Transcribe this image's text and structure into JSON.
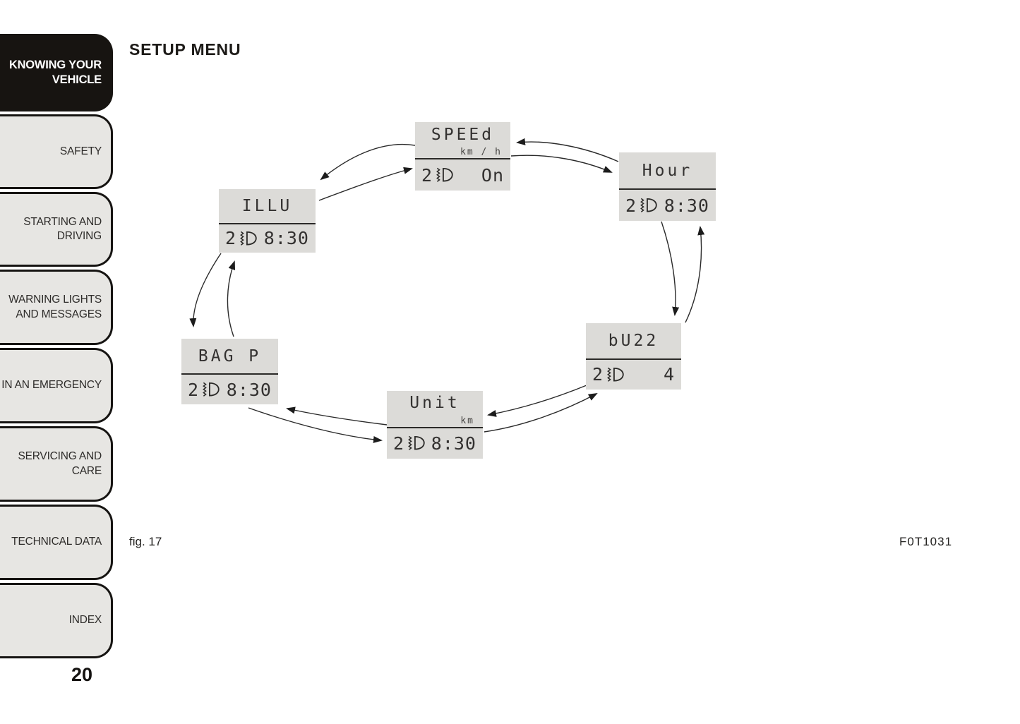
{
  "page": {
    "title": "SETUP MENU",
    "figure_caption": "fig. 17",
    "figure_code": "F0T1031",
    "page_number": "20"
  },
  "sidebar": {
    "items": [
      {
        "label": "KNOWING YOUR VEHICLE",
        "active": true
      },
      {
        "label": "SAFETY",
        "active": false
      },
      {
        "label": "STARTING AND DRIVING",
        "active": false
      },
      {
        "label": "WARNING LIGHTS AND MESSAGES",
        "active": false
      },
      {
        "label": "IN AN EMERGENCY",
        "active": false
      },
      {
        "label": "SERVICING AND CARE",
        "active": false
      },
      {
        "label": "TECHNICAL DATA",
        "active": false
      },
      {
        "label": "INDEX",
        "active": false
      }
    ]
  },
  "diagram": {
    "icon_name": "instrument-lighting-icon",
    "items": [
      {
        "id": "speed",
        "label": "SPEEd",
        "sublabel": "km / h",
        "prefix": "2",
        "value": "On"
      },
      {
        "id": "hour",
        "label": "Hour",
        "sublabel": "",
        "prefix": "2",
        "value": "8:30"
      },
      {
        "id": "buzz",
        "label": "bU22",
        "sublabel": "",
        "prefix": "2",
        "value": "4"
      },
      {
        "id": "unit",
        "label": "Unit",
        "sublabel": "km",
        "prefix": "2",
        "value": "8:30"
      },
      {
        "id": "bag-p",
        "label": "BAG P",
        "sublabel": "",
        "prefix": "2",
        "value": "8:30"
      },
      {
        "id": "illu",
        "label": "ILLU",
        "sublabel": "",
        "prefix": "2",
        "value": "8:30"
      }
    ],
    "connections": "each adjacent pair linked by two curved arrows (both directions) forming a loop"
  },
  "colors": {
    "tab_bg": "#e7e6e3",
    "tab_active_bg": "#171411",
    "lcd_bg": "#dcdbd8",
    "ink": "#1c1a18"
  }
}
